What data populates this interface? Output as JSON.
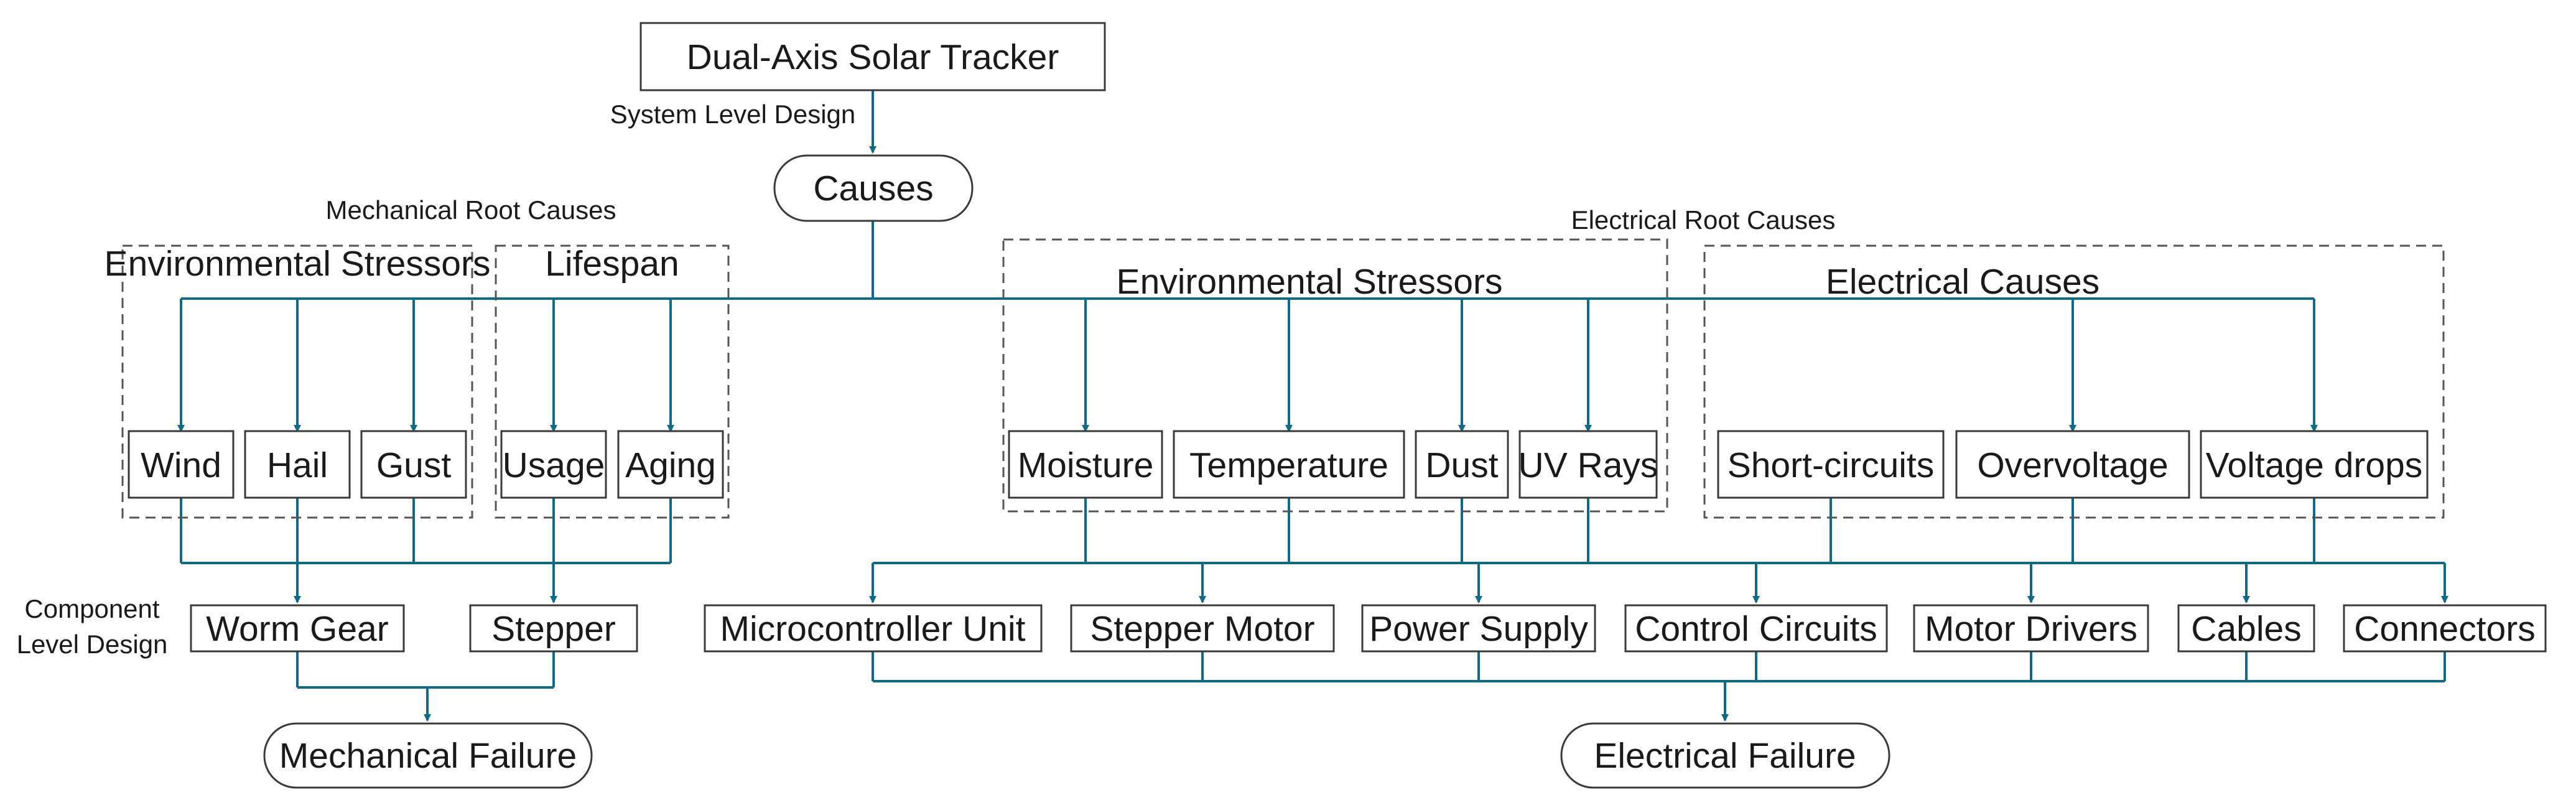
{
  "title": "Dual-Axis Solar Tracker",
  "system_level_label": "System Level Design",
  "causes": "Causes",
  "component_level_label": [
    "Component",
    "Level Design"
  ],
  "mechanical": {
    "title": "Mechanical Root Causes",
    "env_group": "Environmental Stressors",
    "lifespan_group": "Lifespan",
    "causes": [
      "Wind",
      "Hail",
      "Gust",
      "Usage",
      "Aging"
    ],
    "components": [
      "Worm Gear",
      "Stepper"
    ],
    "failure": "Mechanical Failure"
  },
  "electrical": {
    "title": "Electrical Root Causes",
    "env_group": "Environmental Stressors",
    "elec_group": "Electrical Causes",
    "env_causes": [
      "Moisture",
      "Temperature",
      "Dust",
      "UV Rays"
    ],
    "elec_causes": [
      "Short-circuits",
      "Overvoltage",
      "Voltage drops"
    ],
    "components": [
      "Microcontroller Unit",
      "Stepper Motor",
      "Power Supply",
      "Control Circuits",
      "Motor Drivers",
      "Cables",
      "Connectors"
    ],
    "failure": "Electrical Failure"
  },
  "colors": {
    "connector": "#0f6a86",
    "box_border": "#3a3a3a",
    "group_border": "#555555"
  }
}
